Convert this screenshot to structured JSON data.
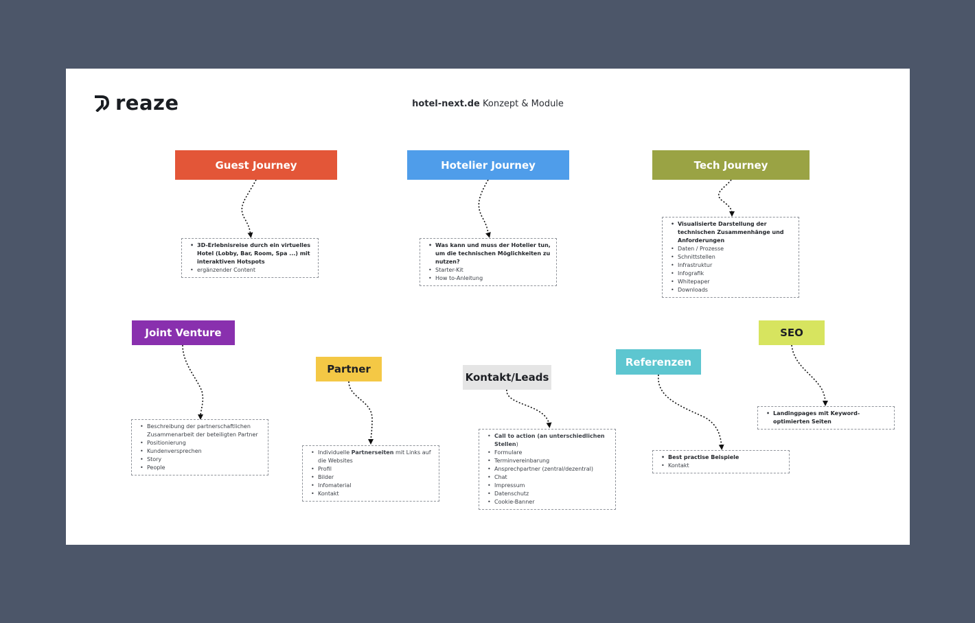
{
  "brand": {
    "logo_text": "reaze"
  },
  "title": {
    "site": "hotel-next.de",
    "rest": " Konzept & Module"
  },
  "colors": {
    "background": "#4c5669",
    "guest": "#e35638",
    "hotelier": "#4f9dea",
    "tech": "#9aa344",
    "joint": "#8930ae",
    "partner": "#f4c845",
    "kontakt": "#e5e5e5",
    "referenzen": "#5dc6d0",
    "seo": "#d7e45f"
  },
  "modules": [
    {
      "id": "guest",
      "label": "Guest Journey",
      "items": [
        {
          "text": "3D-Erlebnisreise durch ein virtuelles Hotel (Lobby, Bar, Room, Spa ...) mit interaktiven Hotspots",
          "bold": true
        },
        {
          "text": "ergänzender Content",
          "bold": false
        }
      ]
    },
    {
      "id": "hotelier",
      "label": "Hotelier Journey",
      "items": [
        {
          "text": "Was kann und muss der Hotelier tun, um die technischen Möglichkeiten zu nutzen?",
          "bold": true
        },
        {
          "text": "Starter-Kit",
          "bold": false
        },
        {
          "text": "How to-Anleitung",
          "bold": false
        }
      ]
    },
    {
      "id": "tech",
      "label": "Tech Journey",
      "items": [
        {
          "text": "Visualisierte Darstellung der technischen Zusammenhänge und Anforderungen",
          "bold": true
        },
        {
          "text": "Daten / Prozesse",
          "bold": false
        },
        {
          "text": "Schnittstellen",
          "bold": false
        },
        {
          "text": "Infrastruktur",
          "bold": false
        },
        {
          "text": "Infografik",
          "bold": false
        },
        {
          "text": "Whitepaper",
          "bold": false
        },
        {
          "text": "Downloads",
          "bold": false
        }
      ]
    },
    {
      "id": "joint",
      "label": "Joint Venture",
      "items": [
        {
          "text": "Beschreibung der partnerschaftlichen Zusammenarbeit der beteiligten Partner",
          "bold": false
        },
        {
          "text": "Positionierung",
          "bold": false
        },
        {
          "text": "Kundenversprechen",
          "bold": false
        },
        {
          "text": "Story",
          "bold": false
        },
        {
          "text": "People",
          "bold": false
        }
      ]
    },
    {
      "id": "partner",
      "label": "Partner",
      "items": [
        {
          "pre": "Individuelle ",
          "em": "Partnerseiten",
          "post": " mit Links auf die Websites"
        },
        {
          "text": "Profil",
          "bold": false
        },
        {
          "text": "Bilder",
          "bold": false
        },
        {
          "text": "Infomaterial",
          "bold": false
        },
        {
          "text": "Kontakt",
          "bold": false
        }
      ]
    },
    {
      "id": "kontakt",
      "label": "Kontakt/Leads",
      "items": [
        {
          "pre": "",
          "em": "Call to action (an unterschiedlichen Stellen",
          "post": ")"
        },
        {
          "text": "Formulare",
          "bold": false
        },
        {
          "text": "Terminvereinbarung",
          "bold": false
        },
        {
          "text": "Ansprechpartner (zentral/dezentral)",
          "bold": false
        },
        {
          "text": "Chat",
          "bold": false
        },
        {
          "text": "Impressum",
          "bold": false
        },
        {
          "text": "Datenschutz",
          "bold": false
        },
        {
          "text": "Cookie-Banner",
          "bold": false
        }
      ]
    },
    {
      "id": "referenzen",
      "label": "Referenzen",
      "items": [
        {
          "text": "Best practise Beispiele",
          "bold": true
        },
        {
          "text": "Kontakt",
          "bold": false
        }
      ]
    },
    {
      "id": "seo",
      "label": "SEO",
      "items": [
        {
          "text": "Landingpages mit Keyword-optimierten Seiten",
          "bold": true
        }
      ]
    }
  ]
}
